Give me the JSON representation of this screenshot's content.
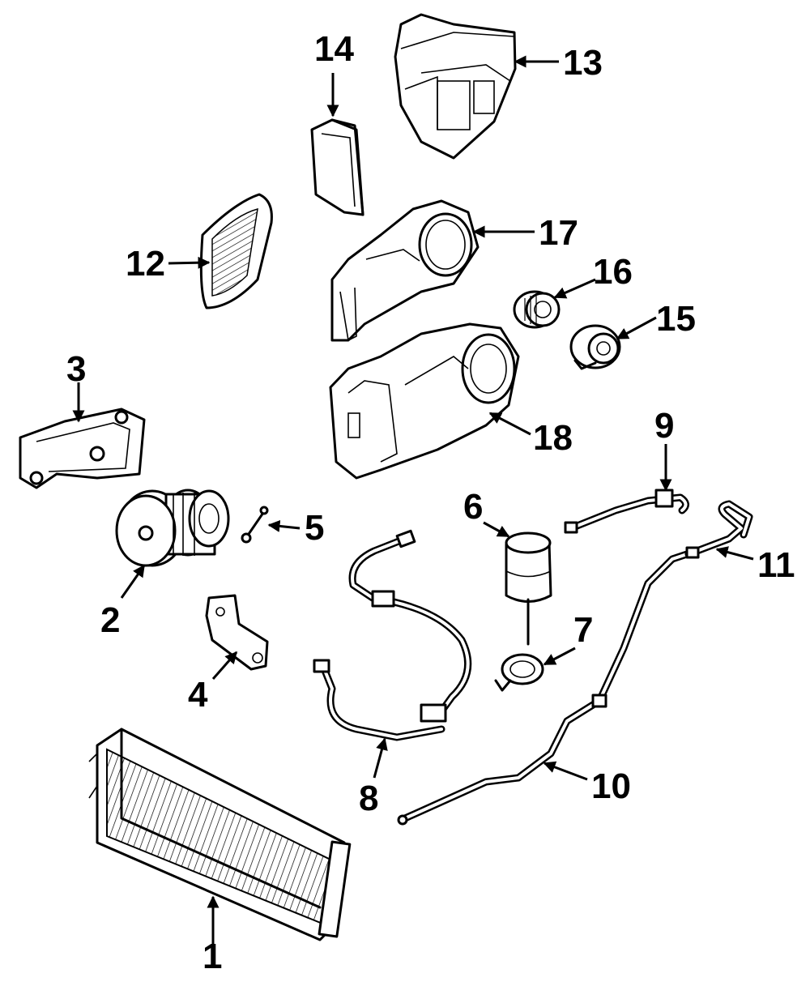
{
  "diagram": {
    "callouts": [
      {
        "id": "1",
        "label": "1"
      },
      {
        "id": "2",
        "label": "2"
      },
      {
        "id": "3",
        "label": "3"
      },
      {
        "id": "4",
        "label": "4"
      },
      {
        "id": "5",
        "label": "5"
      },
      {
        "id": "6",
        "label": "6"
      },
      {
        "id": "7",
        "label": "7"
      },
      {
        "id": "8",
        "label": "8"
      },
      {
        "id": "9",
        "label": "9"
      },
      {
        "id": "10",
        "label": "10"
      },
      {
        "id": "11",
        "label": "11"
      },
      {
        "id": "12",
        "label": "12"
      },
      {
        "id": "13",
        "label": "13"
      },
      {
        "id": "14",
        "label": "14"
      },
      {
        "id": "15",
        "label": "15"
      },
      {
        "id": "16",
        "label": "16"
      },
      {
        "id": "17",
        "label": "17"
      },
      {
        "id": "18",
        "label": "18"
      }
    ],
    "colors": {
      "ink": "#000000",
      "paper": "#ffffff"
    }
  }
}
